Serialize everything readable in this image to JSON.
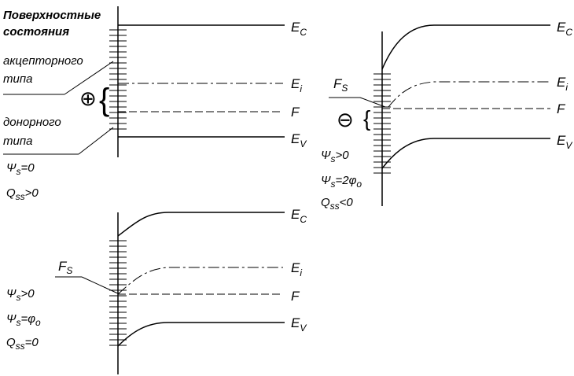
{
  "panel_top_left": {
    "states_title_line1": "Поверхностные",
    "states_title_line2": "состояния",
    "acceptor_line1": "акцепторного",
    "acceptor_line2": "типа",
    "donor_line1": "донорного",
    "donor_line2": "типа",
    "charge_sign": "⊕",
    "brace": "{",
    "levels": {
      "ec_main": "E",
      "ec_sub": "C",
      "ei_main": "E",
      "ei_sub": "i",
      "f": "F",
      "ev_main": "E",
      "ev_sub": "V"
    },
    "cond1_sym": "Ψ",
    "cond1_sub": "s",
    "cond1_rest": "=0",
    "cond2_main": "Q",
    "cond2_sub": "ss",
    "cond2_rest": ">0"
  },
  "panel_right": {
    "fs_main": "F",
    "fs_sub": "S",
    "charge_sign": "⊖",
    "brace": "{",
    "levels": {
      "ec_main": "E",
      "ec_sub": "C",
      "ei_main": "E",
      "ei_sub": "i",
      "f": "F",
      "ev_main": "E",
      "ev_sub": "V"
    },
    "cond1_sym": "Ψ",
    "cond1_sub": "s",
    "cond1_rest": ">0",
    "cond2_sym": "Ψ",
    "cond2_sub": "s",
    "cond2_rest": "=2φ",
    "cond2_sub2": "o",
    "cond3_main": "Q",
    "cond3_sub": "ss",
    "cond3_rest": "<0"
  },
  "panel_bottom": {
    "fs_main": "F",
    "fs_sub": "S",
    "levels": {
      "ec_main": "E",
      "ec_sub": "C",
      "ei_main": "E",
      "ei_sub": "i",
      "f": "F",
      "ev_main": "E",
      "ev_sub": "V"
    },
    "cond1_sym": "Ψ",
    "cond1_sub": "s",
    "cond1_rest": ">0",
    "cond2_sym": "Ψ",
    "cond2_sub": "s",
    "cond2_rest": "=φ",
    "cond2_sub2": "o",
    "cond3_main": "Q",
    "cond3_sub": "ss",
    "cond3_rest": "=0"
  }
}
